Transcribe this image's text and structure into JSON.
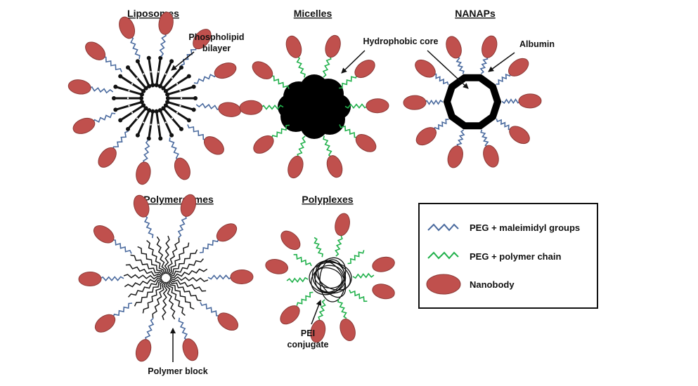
{
  "colors": {
    "nanobody_fill": "#c0504d",
    "nanobody_stroke": "#8c3a37",
    "peg_maleimidyl": "#4a6a9e",
    "peg_polymer": "#22b14c",
    "core": "#000000",
    "polymer_block": "#1a1a1a"
  },
  "panels": {
    "liposomes": {
      "title": "Liposomes",
      "label_line1": "Phospholipid",
      "label_line2": "bilayer"
    },
    "micelles": {
      "title": "Micelles",
      "label": "Hydrophobic core"
    },
    "nanaps": {
      "title": "NANAPs",
      "label": "Albumin"
    },
    "polymersomes": {
      "title": "Polymersomes",
      "label": "Polymer block"
    },
    "polyplexes": {
      "title": "Polyplexes",
      "label_line1": "PEI",
      "label_line2": "conjugate"
    }
  },
  "legend": {
    "items": [
      {
        "label": "PEG + maleimidyl groups",
        "icon": "blue-zigzag-icon"
      },
      {
        "label": "PEG + polymer chain",
        "icon": "green-zigzag-icon"
      },
      {
        "label": "Nanobody",
        "icon": "red-ellipse-icon"
      }
    ]
  }
}
